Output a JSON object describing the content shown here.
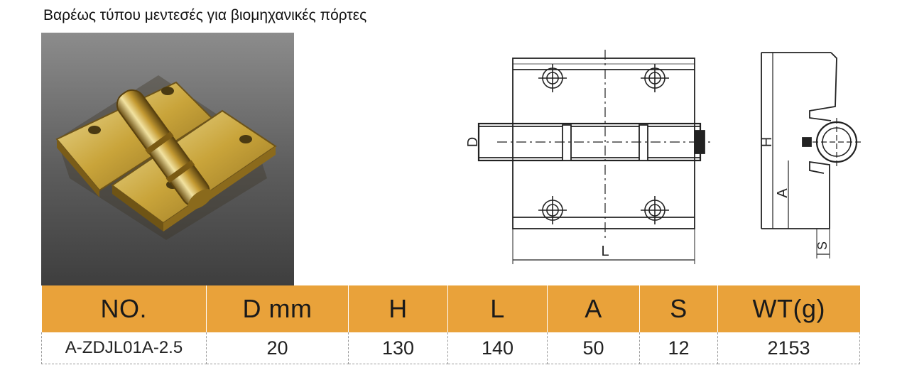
{
  "title": "Βαρέως τύπου μεντεσές για βιομηχανικές πόρτες",
  "drawing_labels": {
    "d": "D",
    "l": "L",
    "h": "H",
    "a": "A",
    "s": "S"
  },
  "table": {
    "headers": [
      "NO.",
      "D mm",
      "H",
      "L",
      "A",
      "S",
      "WT(g)"
    ],
    "rows": [
      [
        "A-ZDJL01A-2.5",
        "20",
        "130",
        "140",
        "50",
        "12",
        "2153"
      ]
    ]
  },
  "colors": {
    "header_bg": "#e9a23a",
    "hinge_brass": "#c9a43a",
    "photo_bg": "#5a5a5a"
  }
}
